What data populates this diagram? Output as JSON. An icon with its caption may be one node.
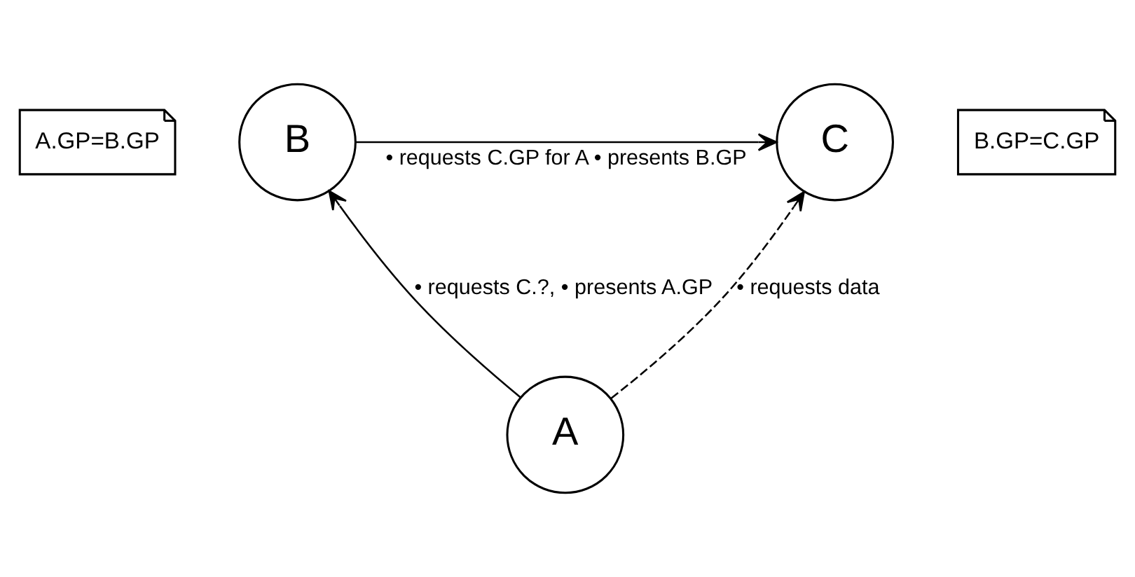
{
  "diagram": {
    "nodes": [
      {
        "text": [
          "A.GP=B.GP"
        ]
      },
      {
        "text": [
          "B"
        ]
      },
      {
        "text": [
          "C"
        ]
      },
      {
        "text": [
          "B.GP=C.GP"
        ]
      },
      {
        "text": [
          "A"
        ]
      }
    ],
    "edges": [
      {
        "from": 1,
        "to": 2,
        "arrow": "to",
        "label": "• requests C.GP for A • presents B.GP"
      },
      {
        "from": 4,
        "to": 1,
        "arrow": "to",
        "label": "• requests C.?, • presents A.GP"
      },
      {
        "from": 4,
        "to": 2,
        "arrow": "to",
        "label": "• requests data",
        "style": "dashed"
      }
    ]
  }
}
